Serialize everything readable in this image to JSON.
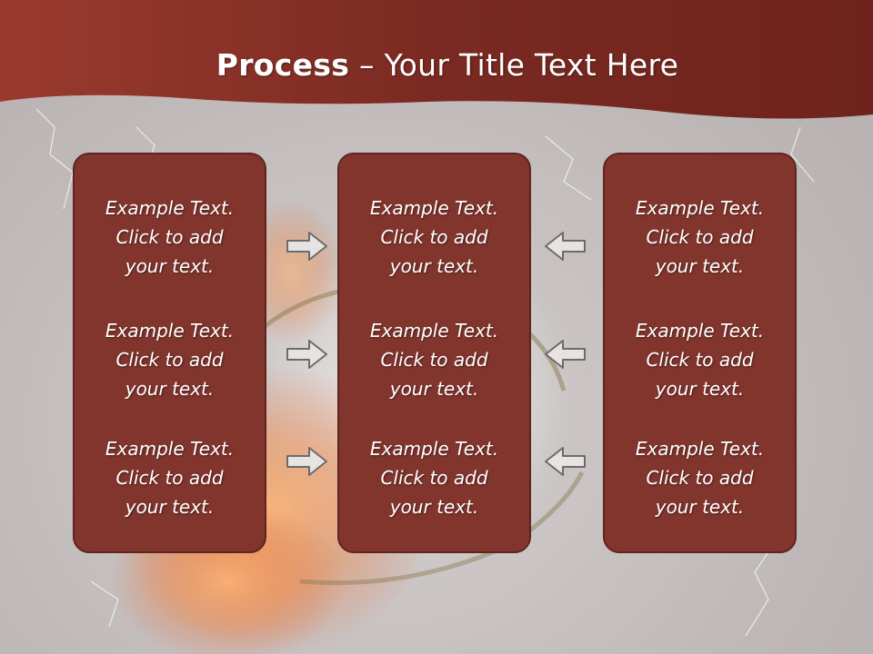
{
  "title": {
    "bold": "Process",
    "rest": " – Your Title Text Here"
  },
  "columns": [
    {
      "items": [
        "Example Text.\nClick  to add\nyour text.",
        "Example Text.\nClick  to add\nyour text.",
        "Example Text.\nClick  to add\nyour text."
      ]
    },
    {
      "items": [
        "Example Text.\nClick  to add\nyour text.",
        "Example Text.\nClick  to add\nyour text.",
        "Example Text.\nClick  to add\nyour text."
      ]
    },
    {
      "items": [
        "Example Text.\nClick  to add\nyour text.",
        "Example Text.\nClick  to add\nyour text.",
        "Example Text.\nClick  to add\nyour text."
      ]
    }
  ],
  "arrows": {
    "left_group": "arrow-right-icon",
    "right_group": "arrow-left-icon"
  },
  "colors": {
    "header": "#7a2a22",
    "panel": "#82352d",
    "panel_border": "#5e2520",
    "arrow_fill": "#e6e3e3",
    "arrow_stroke": "#6f6a6a"
  }
}
